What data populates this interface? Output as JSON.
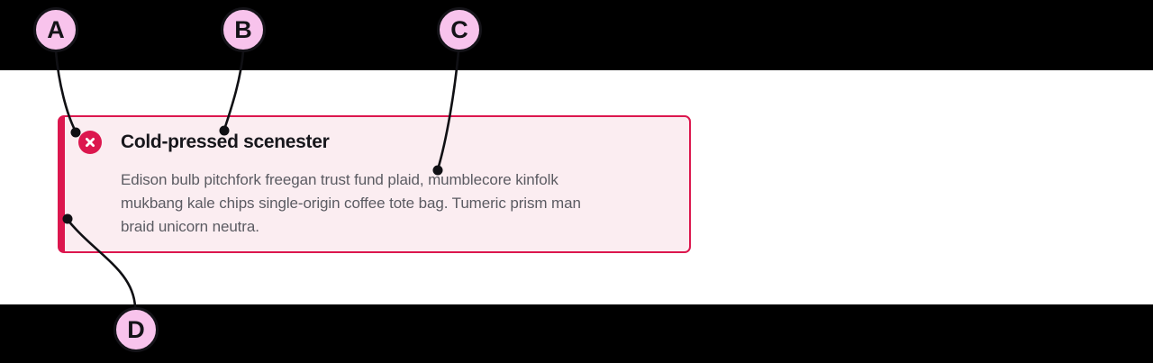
{
  "alert": {
    "icon": "close-circle-icon",
    "title": "Cold-pressed scenester",
    "description_lines": [
      "Edison bulb pitchfork freegan trust fund plaid, mumblecore kinfolk",
      "mukbang kale chips single-origin coffee tote bag. Tumeric prism man",
      "braid unicorn neutra."
    ]
  },
  "annotations": {
    "markers": [
      {
        "letter": "A"
      },
      {
        "letter": "B"
      },
      {
        "letter": "C"
      },
      {
        "letter": "D"
      }
    ]
  },
  "colors": {
    "accent": "#DC174E",
    "alert_background": "#FBEDF1",
    "marker_fill": "#F8C3EC",
    "marker_border": "#141318",
    "title_text": "#17171C",
    "body_text": "#5B5B62",
    "bar": "#000000"
  }
}
